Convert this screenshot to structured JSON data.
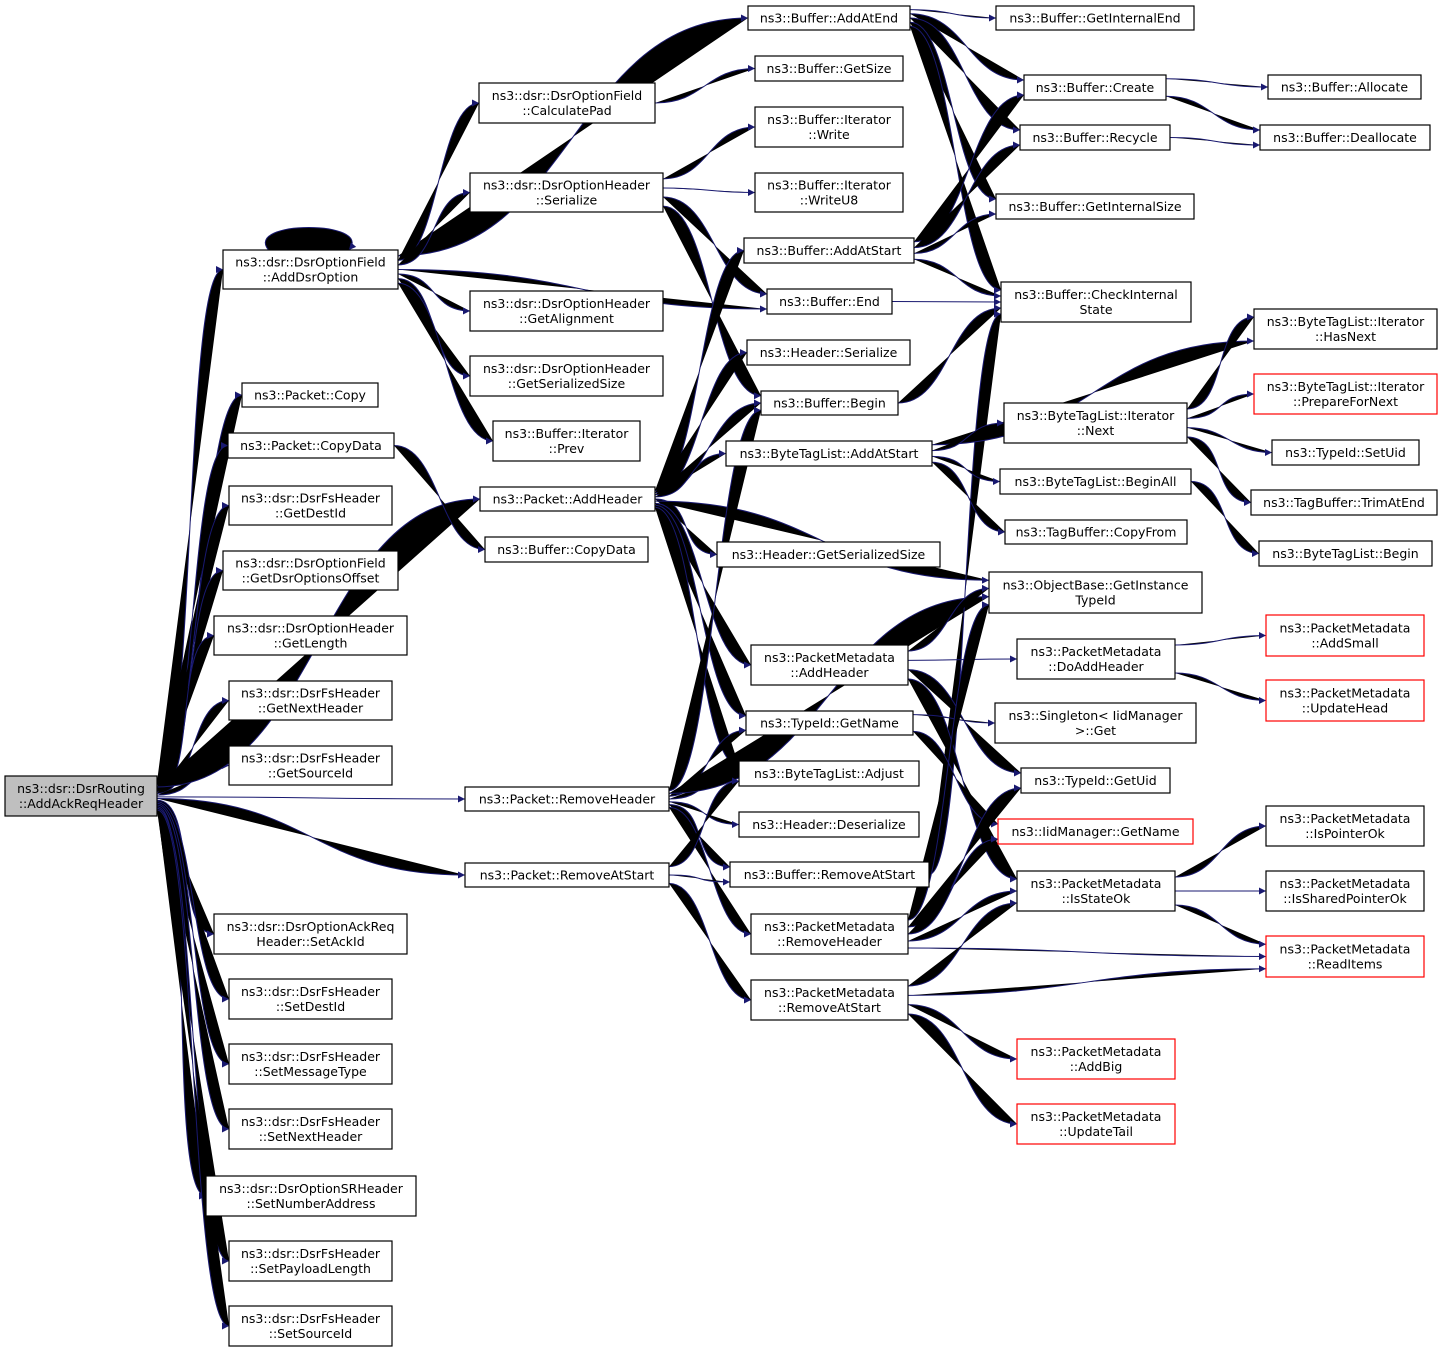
{
  "colors": {
    "edge": "#191970",
    "node_border": "#000000",
    "node_border_truncated": "#ff0000",
    "root_fill": "#bfbfbf",
    "node_fill": "#ffffff"
  },
  "nodes": [
    {
      "id": "root",
      "lines": [
        "ns3::dsr::DsrRouting",
        "::AddAckReqHeader"
      ],
      "style": "root"
    },
    {
      "id": "addDsrOption",
      "lines": [
        "ns3::dsr::DsrOptionField",
        "::AddDsrOption"
      ]
    },
    {
      "id": "pktCopy",
      "lines": [
        "ns3::Packet::Copy"
      ]
    },
    {
      "id": "pktCopyData",
      "lines": [
        "ns3::Packet::CopyData"
      ]
    },
    {
      "id": "fsGetDestId",
      "lines": [
        "ns3::dsr::DsrFsHeader",
        "::GetDestId"
      ]
    },
    {
      "id": "getDsrOptionsOffset",
      "lines": [
        "ns3::dsr::DsrOptionField",
        "::GetDsrOptionsOffset"
      ]
    },
    {
      "id": "optGetLength",
      "lines": [
        "ns3::dsr::DsrOptionHeader",
        "::GetLength"
      ]
    },
    {
      "id": "fsGetNextHeader",
      "lines": [
        "ns3::dsr::DsrFsHeader",
        "::GetNextHeader"
      ]
    },
    {
      "id": "fsGetSourceId",
      "lines": [
        "ns3::dsr::DsrFsHeader",
        "::GetSourceId"
      ]
    },
    {
      "id": "setAckId",
      "lines": [
        "ns3::dsr::DsrOptionAckReq",
        "Header::SetAckId"
      ]
    },
    {
      "id": "fsSetDestId",
      "lines": [
        "ns3::dsr::DsrFsHeader",
        "::SetDestId"
      ]
    },
    {
      "id": "fsSetMessageType",
      "lines": [
        "ns3::dsr::DsrFsHeader",
        "::SetMessageType"
      ]
    },
    {
      "id": "fsSetNextHeader",
      "lines": [
        "ns3::dsr::DsrFsHeader",
        "::SetNextHeader"
      ]
    },
    {
      "id": "srSetNumberAddress",
      "lines": [
        "ns3::dsr::DsrOptionSRHeader",
        "::SetNumberAddress"
      ]
    },
    {
      "id": "fsSetPayloadLength",
      "lines": [
        "ns3::dsr::DsrFsHeader",
        "::SetPayloadLength"
      ]
    },
    {
      "id": "fsSetSourceId",
      "lines": [
        "ns3::dsr::DsrFsHeader",
        "::SetSourceId"
      ]
    },
    {
      "id": "calcPad",
      "lines": [
        "ns3::dsr::DsrOptionField",
        "::CalculatePad"
      ]
    },
    {
      "id": "optSerialize",
      "lines": [
        "ns3::dsr::DsrOptionHeader",
        "::Serialize"
      ]
    },
    {
      "id": "optGetAlignment",
      "lines": [
        "ns3::dsr::DsrOptionHeader",
        "::GetAlignment"
      ]
    },
    {
      "id": "optGetSerializedSize",
      "lines": [
        "ns3::dsr::DsrOptionHeader",
        "::GetSerializedSize"
      ]
    },
    {
      "id": "itPrev",
      "lines": [
        "ns3::Buffer::Iterator",
        "::Prev"
      ]
    },
    {
      "id": "pktAddHeader",
      "lines": [
        "ns3::Packet::AddHeader"
      ]
    },
    {
      "id": "bufCopyData",
      "lines": [
        "ns3::Buffer::CopyData"
      ]
    },
    {
      "id": "pktRemoveHeader",
      "lines": [
        "ns3::Packet::RemoveHeader"
      ]
    },
    {
      "id": "pktRemoveAtStart",
      "lines": [
        "ns3::Packet::RemoveAtStart"
      ]
    },
    {
      "id": "bufAddAtEnd",
      "lines": [
        "ns3::Buffer::AddAtEnd"
      ]
    },
    {
      "id": "bufGetSize",
      "lines": [
        "ns3::Buffer::GetSize"
      ]
    },
    {
      "id": "itWrite",
      "lines": [
        "ns3::Buffer::Iterator",
        "::Write"
      ]
    },
    {
      "id": "itWriteU8",
      "lines": [
        "ns3::Buffer::Iterator",
        "::WriteU8"
      ]
    },
    {
      "id": "bufAddAtStart",
      "lines": [
        "ns3::Buffer::AddAtStart"
      ]
    },
    {
      "id": "bufEnd",
      "lines": [
        "ns3::Buffer::End"
      ]
    },
    {
      "id": "hdrSerialize",
      "lines": [
        "ns3::Header::Serialize"
      ]
    },
    {
      "id": "bufBegin",
      "lines": [
        "ns3::Buffer::Begin"
      ]
    },
    {
      "id": "btlAddAtStart",
      "lines": [
        "ns3::ByteTagList::AddAtStart"
      ]
    },
    {
      "id": "hdrGetSerializedSize",
      "lines": [
        "ns3::Header::GetSerializedSize"
      ]
    },
    {
      "id": "pmAddHeader",
      "lines": [
        "ns3::PacketMetadata",
        "::AddHeader"
      ]
    },
    {
      "id": "tidGetName",
      "lines": [
        "ns3::TypeId::GetName"
      ]
    },
    {
      "id": "btlAdjust",
      "lines": [
        "ns3::ByteTagList::Adjust"
      ]
    },
    {
      "id": "hdrDeserialize",
      "lines": [
        "ns3::Header::Deserialize"
      ]
    },
    {
      "id": "bufRemoveAtStart",
      "lines": [
        "ns3::Buffer::RemoveAtStart"
      ]
    },
    {
      "id": "pmRemoveHeader",
      "lines": [
        "ns3::PacketMetadata",
        "::RemoveHeader"
      ]
    },
    {
      "id": "pmRemoveAtStart",
      "lines": [
        "ns3::PacketMetadata",
        "::RemoveAtStart"
      ]
    },
    {
      "id": "bufGetInternalEnd",
      "lines": [
        "ns3::Buffer::GetInternalEnd"
      ]
    },
    {
      "id": "bufCreate",
      "lines": [
        "ns3::Buffer::Create"
      ]
    },
    {
      "id": "bufRecycle",
      "lines": [
        "ns3::Buffer::Recycle"
      ]
    },
    {
      "id": "bufGetInternalSize",
      "lines": [
        "ns3::Buffer::GetInternalSize"
      ]
    },
    {
      "id": "bufCheckInternalState",
      "lines": [
        "ns3::Buffer::CheckInternal",
        "State"
      ]
    },
    {
      "id": "btlItNext",
      "lines": [
        "ns3::ByteTagList::Iterator",
        "::Next"
      ]
    },
    {
      "id": "btlBeginAll",
      "lines": [
        "ns3::ByteTagList::BeginAll"
      ]
    },
    {
      "id": "tagBufCopyFrom",
      "lines": [
        "ns3::TagBuffer::CopyFrom"
      ]
    },
    {
      "id": "objGetInstanceTypeId",
      "lines": [
        "ns3::ObjectBase::GetInstance",
        "TypeId"
      ]
    },
    {
      "id": "pmDoAddHeader",
      "lines": [
        "ns3::PacketMetadata",
        "::DoAddHeader"
      ]
    },
    {
      "id": "singletonGet",
      "lines": [
        "ns3::Singleton< IidManager",
        ">::Get"
      ]
    },
    {
      "id": "tidGetUid",
      "lines": [
        "ns3::TypeId::GetUid"
      ]
    },
    {
      "id": "iidGetName",
      "lines": [
        "ns3::IidManager::GetName"
      ],
      "style": "truncated"
    },
    {
      "id": "pmIsStateOk",
      "lines": [
        "ns3::PacketMetadata",
        "::IsStateOk"
      ]
    },
    {
      "id": "pmAddBig",
      "lines": [
        "ns3::PacketMetadata",
        "::AddBig"
      ],
      "style": "truncated"
    },
    {
      "id": "pmUpdateTail",
      "lines": [
        "ns3::PacketMetadata",
        "::UpdateTail"
      ],
      "style": "truncated"
    },
    {
      "id": "bufAllocate",
      "lines": [
        "ns3::Buffer::Allocate"
      ]
    },
    {
      "id": "bufDeallocate",
      "lines": [
        "ns3::Buffer::Deallocate"
      ]
    },
    {
      "id": "btlItHasNext",
      "lines": [
        "ns3::ByteTagList::Iterator",
        "::HasNext"
      ]
    },
    {
      "id": "btlItPrepareForNext",
      "lines": [
        "ns3::ByteTagList::Iterator",
        "::PrepareForNext"
      ],
      "style": "truncated"
    },
    {
      "id": "tidSetUid",
      "lines": [
        "ns3::TypeId::SetUid"
      ]
    },
    {
      "id": "tagBufTrimAtEnd",
      "lines": [
        "ns3::TagBuffer::TrimAtEnd"
      ]
    },
    {
      "id": "btlBegin",
      "lines": [
        "ns3::ByteTagList::Begin"
      ]
    },
    {
      "id": "pmAddSmall",
      "lines": [
        "ns3::PacketMetadata",
        "::AddSmall"
      ],
      "style": "truncated"
    },
    {
      "id": "pmUpdateHead",
      "lines": [
        "ns3::PacketMetadata",
        "::UpdateHead"
      ],
      "style": "truncated"
    },
    {
      "id": "pmIsPointerOk",
      "lines": [
        "ns3::PacketMetadata",
        "::IsPointerOk"
      ]
    },
    {
      "id": "pmIsSharedPointerOk",
      "lines": [
        "ns3::PacketMetadata",
        "::IsSharedPointerOk"
      ]
    },
    {
      "id": "pmReadItems",
      "lines": [
        "ns3::PacketMetadata",
        "::ReadItems"
      ],
      "style": "truncated"
    }
  ],
  "edges": [
    [
      "root",
      "addDsrOption"
    ],
    [
      "root",
      "pktCopy"
    ],
    [
      "root",
      "pktCopyData"
    ],
    [
      "root",
      "fsGetDestId"
    ],
    [
      "root",
      "getDsrOptionsOffset"
    ],
    [
      "root",
      "optGetLength"
    ],
    [
      "root",
      "fsGetNextHeader"
    ],
    [
      "root",
      "fsGetSourceId"
    ],
    [
      "root",
      "pktAddHeader"
    ],
    [
      "root",
      "pktRemoveHeader"
    ],
    [
      "root",
      "pktRemoveAtStart"
    ],
    [
      "root",
      "setAckId"
    ],
    [
      "root",
      "fsSetDestId"
    ],
    [
      "root",
      "fsSetMessageType"
    ],
    [
      "root",
      "fsSetNextHeader"
    ],
    [
      "root",
      "srSetNumberAddress"
    ],
    [
      "root",
      "fsSetPayloadLength"
    ],
    [
      "root",
      "fsSetSourceId"
    ],
    [
      "addDsrOption",
      "addDsrOption"
    ],
    [
      "addDsrOption",
      "bufAddAtEnd"
    ],
    [
      "addDsrOption",
      "calcPad"
    ],
    [
      "addDsrOption",
      "optSerialize"
    ],
    [
      "addDsrOption",
      "bufEnd"
    ],
    [
      "addDsrOption",
      "optGetAlignment"
    ],
    [
      "addDsrOption",
      "optGetSerializedSize"
    ],
    [
      "addDsrOption",
      "itPrev"
    ],
    [
      "pktCopyData",
      "bufCopyData"
    ],
    [
      "calcPad",
      "bufGetSize"
    ],
    [
      "optSerialize",
      "itWrite"
    ],
    [
      "optSerialize",
      "itWriteU8"
    ],
    [
      "optSerialize",
      "bufEnd"
    ],
    [
      "optSerialize",
      "bufBegin"
    ],
    [
      "pktAddHeader",
      "bufAddAtStart"
    ],
    [
      "pktAddHeader",
      "hdrSerialize"
    ],
    [
      "pktAddHeader",
      "bufBegin"
    ],
    [
      "pktAddHeader",
      "btlAddAtStart"
    ],
    [
      "pktAddHeader",
      "hdrGetSerializedSize"
    ],
    [
      "pktAddHeader",
      "pmAddHeader"
    ],
    [
      "pktAddHeader",
      "tidGetName"
    ],
    [
      "pktAddHeader",
      "btlAdjust"
    ],
    [
      "pktAddHeader",
      "objGetInstanceTypeId"
    ],
    [
      "pktRemoveHeader",
      "bufBegin"
    ],
    [
      "pktRemoveHeader",
      "tidGetName"
    ],
    [
      "pktRemoveHeader",
      "btlAdjust"
    ],
    [
      "pktRemoveHeader",
      "hdrDeserialize"
    ],
    [
      "pktRemoveHeader",
      "bufRemoveAtStart"
    ],
    [
      "pktRemoveHeader",
      "pmRemoveHeader"
    ],
    [
      "pktRemoveHeader",
      "objGetInstanceTypeId"
    ],
    [
      "pktRemoveAtStart",
      "btlAdjust"
    ],
    [
      "pktRemoveAtStart",
      "bufRemoveAtStart"
    ],
    [
      "pktRemoveAtStart",
      "pmRemoveAtStart"
    ],
    [
      "bufAddAtEnd",
      "bufGetInternalEnd"
    ],
    [
      "bufAddAtEnd",
      "bufCreate"
    ],
    [
      "bufAddAtEnd",
      "bufRecycle"
    ],
    [
      "bufAddAtEnd",
      "bufGetInternalSize"
    ],
    [
      "bufAddAtEnd",
      "bufCheckInternalState"
    ],
    [
      "bufAddAtStart",
      "bufCreate"
    ],
    [
      "bufAddAtStart",
      "bufRecycle"
    ],
    [
      "bufAddAtStart",
      "bufGetInternalSize"
    ],
    [
      "bufAddAtStart",
      "bufCheckInternalState"
    ],
    [
      "bufEnd",
      "bufCheckInternalState"
    ],
    [
      "bufBegin",
      "bufCheckInternalState"
    ],
    [
      "bufRemoveAtStart",
      "bufCheckInternalState"
    ],
    [
      "bufCreate",
      "bufAllocate"
    ],
    [
      "bufCreate",
      "bufDeallocate"
    ],
    [
      "bufRecycle",
      "bufDeallocate"
    ],
    [
      "btlAddAtStart",
      "btlItHasNext"
    ],
    [
      "btlAddAtStart",
      "btlItNext"
    ],
    [
      "btlAddAtStart",
      "btlBeginAll"
    ],
    [
      "btlAddAtStart",
      "tagBufCopyFrom"
    ],
    [
      "btlItNext",
      "btlItHasNext"
    ],
    [
      "btlItNext",
      "btlItPrepareForNext"
    ],
    [
      "btlItNext",
      "tidSetUid"
    ],
    [
      "btlItNext",
      "tagBufTrimAtEnd"
    ],
    [
      "btlBeginAll",
      "btlBegin"
    ],
    [
      "pmAddHeader",
      "objGetInstanceTypeId"
    ],
    [
      "pmAddHeader",
      "pmDoAddHeader"
    ],
    [
      "pmAddHeader",
      "tidGetUid"
    ],
    [
      "pmAddHeader",
      "pmIsStateOk"
    ],
    [
      "pmDoAddHeader",
      "pmAddSmall"
    ],
    [
      "pmDoAddHeader",
      "pmUpdateHead"
    ],
    [
      "tidGetName",
      "singletonGet"
    ],
    [
      "tidGetName",
      "iidGetName"
    ],
    [
      "pmRemoveHeader",
      "objGetInstanceTypeId"
    ],
    [
      "pmRemoveHeader",
      "tidGetUid"
    ],
    [
      "pmRemoveHeader",
      "pmIsStateOk"
    ],
    [
      "pmRemoveHeader",
      "pmReadItems"
    ],
    [
      "pmRemoveHeader",
      "iidGetName"
    ],
    [
      "pmRemoveAtStart",
      "pmIsStateOk"
    ],
    [
      "pmRemoveAtStart",
      "pmReadItems"
    ],
    [
      "pmRemoveAtStart",
      "pmAddBig"
    ],
    [
      "pmRemoveAtStart",
      "pmUpdateTail"
    ],
    [
      "pmIsStateOk",
      "pmIsPointerOk"
    ],
    [
      "pmIsStateOk",
      "pmIsSharedPointerOk"
    ],
    [
      "pmIsStateOk",
      "pmReadItems"
    ]
  ]
}
